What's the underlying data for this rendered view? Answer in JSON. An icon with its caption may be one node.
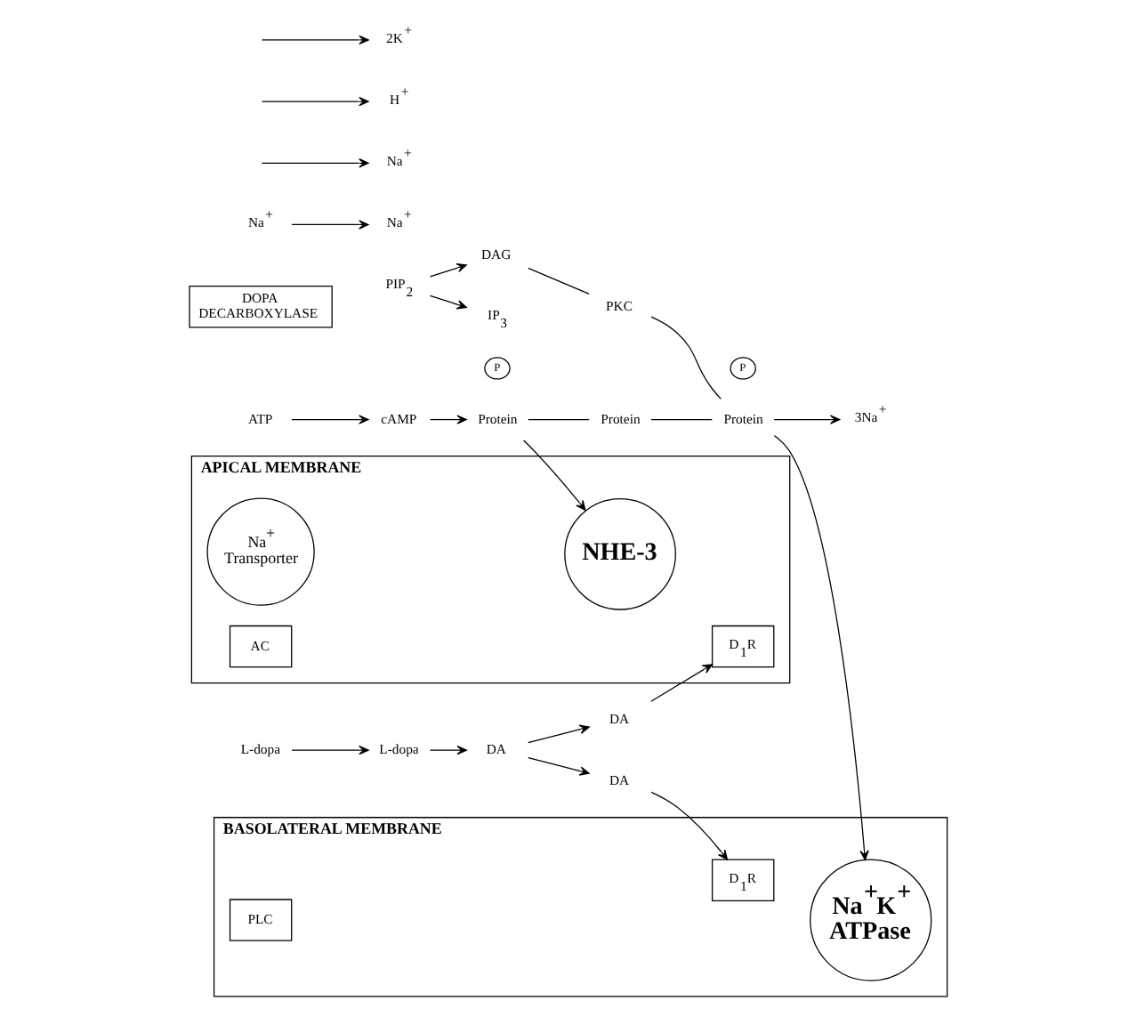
{
  "diagram": {
    "nodes": [
      {
        "text": [
          "APICAL MEMBRANE"
        ]
      },
      {
        "text": [
          "BASOLATERAL MEMBRANE"
        ]
      },
      {
        "text": [
          "L-dopa"
        ]
      },
      {
        "text": [
          "L-dopa"
        ]
      },
      {
        "text": [
          "Na$^{+}$ Transporter"
        ],
        "in": 0
      },
      {
        "text": [
          "DOPA DECARBOXYLASE"
        ]
      },
      {
        "text": [
          "Na$^{+}$"
        ]
      },
      {
        "text": [
          "Na$^{+}$"
        ]
      },
      {
        "text": [
          "DA"
        ]
      },
      {
        "text": [
          "DA"
        ]
      },
      {
        "text": [
          "DA"
        ]
      },
      {
        "text": [
          "D$_{1}$R"
        ],
        "in": 0
      },
      {
        "text": [
          "AC"
        ],
        "in": 0
      },
      {
        "text": [
          "ATP"
        ]
      },
      {
        "text": [
          "cAMP"
        ]
      },
      {
        "text": [
          "PIP$_{2}$"
        ]
      },
      {
        "text": [
          "PLC"
        ],
        "in": 1
      },
      {
        "text": [
          "D$_{1}$R"
        ],
        "in": 1
      },
      {
        "text": [
          "DAG"
        ]
      },
      {
        "text": [
          "IP$_{3}$"
        ]
      },
      {
        "text": [
          "PKC"
        ]
      },
      {
        "text": [
          "Protein"
        ]
      },
      {
        "text": [
          "Protein"
        ]
      },
      {
        "text": [
          "Protein"
        ]
      },
      {
        "text": [
          "Na$^{+}$"
        ]
      },
      {
        "text": [
          "3Na$^{+}$"
        ]
      },
      {
        "text": [
          "NHE-3"
        ],
        "in": 0
      },
      {
        "text": [
          "Na$^{+}$K$^{+}$ ATPase"
        ],
        "in": 1
      },
      {
        "text": [
          "H$^{+}$"
        ]
      },
      {
        "text": [
          "2K$^{+}$"
        ]
      },
      {
        "text": [
          "P"
        ]
      },
      {
        "text": [
          "P"
        ]
      }
    ],
    "edges": [
      {
        "from": 2,
        "to": 3,
        "arrow": "to"
      },
      {
        "from": 3,
        "to": 9,
        "arrow": "to"
      },
      {
        "from": 6,
        "to": 7,
        "arrow": "to"
      },
      {
        "from": 9,
        "to": 8,
        "arrow": "to"
      },
      {
        "from": 9,
        "to": 10,
        "arrow": "to"
      },
      {
        "from": 8,
        "to": 11,
        "arrow": "to"
      },
      {
        "from": 10,
        "to": 17,
        "arrow": "to"
      },
      {
        "from": 13,
        "to": 14,
        "arrow": "to"
      },
      {
        "from": 15,
        "to": 18,
        "arrow": "to"
      },
      {
        "from": 15,
        "to": 19,
        "arrow": "to"
      },
      {
        "from": 18,
        "to": 20,
        "arrow": "none"
      },
      {
        "from": 14,
        "to": 21,
        "arrow": "to"
      },
      {
        "from": 21,
        "to": 22,
        "arrow": "none"
      },
      {
        "from": 20,
        "to": 23,
        "arrow": "none"
      },
      {
        "from": 22,
        "to": 23,
        "arrow": "none"
      },
      {
        "from": 21,
        "to": 26,
        "arrow": "to"
      },
      {
        "from": 23,
        "to": 27,
        "arrow": "to"
      },
      {
        "from": 23,
        "to": 25,
        "arrow": "to"
      },
      {
        "from": null,
        "to": 24,
        "arrow": "to"
      },
      {
        "from": null,
        "to": 28,
        "arrow": "to"
      },
      {
        "from": null,
        "to": 29,
        "arrow": "to"
      }
    ]
  }
}
